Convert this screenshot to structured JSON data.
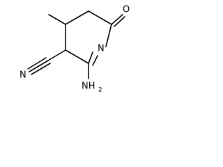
{
  "molecule": {
    "atoms": {
      "oxygen": "O",
      "ring_nitrogen": "N",
      "nitrile_nitrogen": "N",
      "amino_group": "NH",
      "amino_subscript": "2"
    },
    "colors": {
      "bond": "#000000",
      "label": "#000000",
      "background": "#ffffff"
    }
  }
}
